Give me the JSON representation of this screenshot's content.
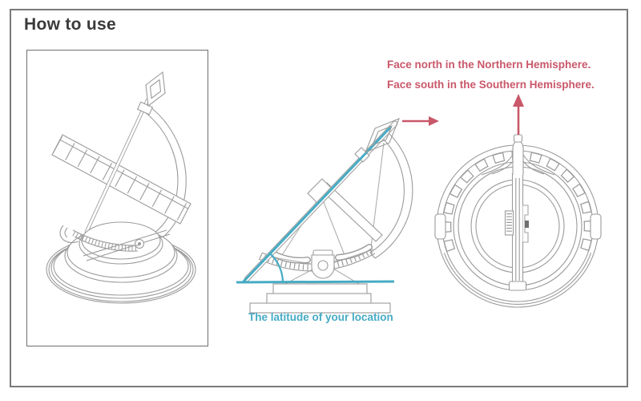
{
  "header": {
    "title": "How to use"
  },
  "annotations": {
    "face_north": "Face north in the Northern Hemisphere.",
    "face_south": "Face south in the Southern Hemisphere.",
    "latitude_label": "The latitude of your location"
  },
  "colors": {
    "annotation_red": "#c9586a",
    "annotation_teal": "#46abc4",
    "line_art_gray": "#9b9b9b",
    "frame_border": "#7a7a7a",
    "title_text": "#3a3a3a"
  }
}
